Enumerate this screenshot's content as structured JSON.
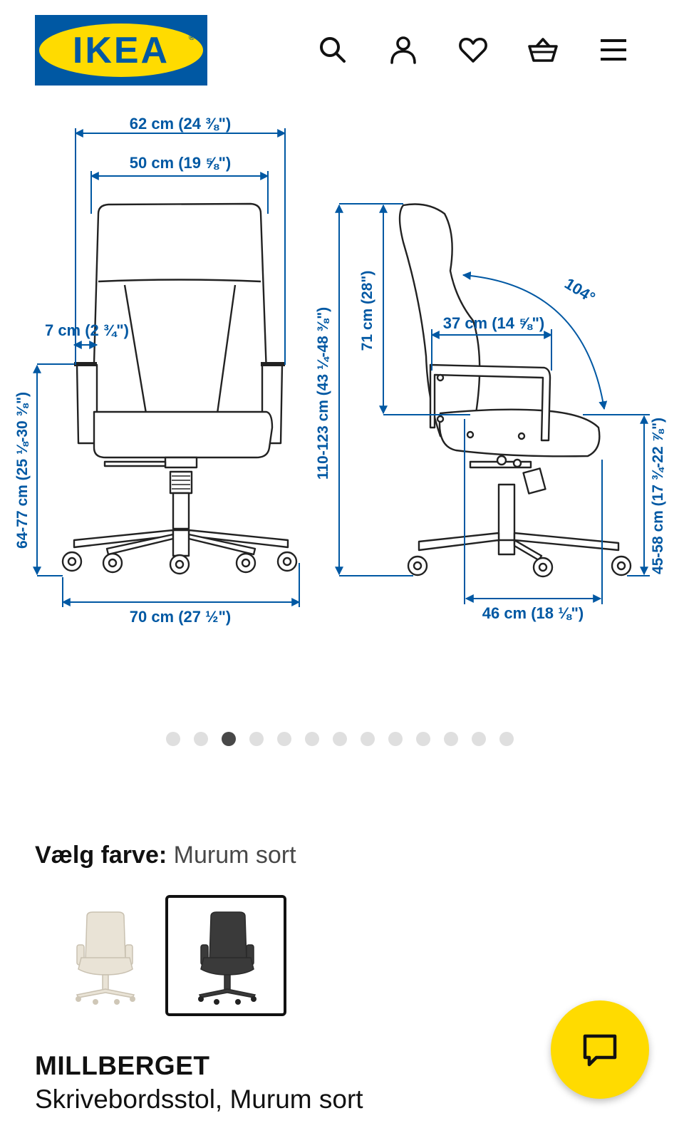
{
  "header": {
    "logo_text": "IKEA",
    "logo_mark": "®",
    "icons": [
      "search-icon",
      "user-icon",
      "heart-icon",
      "basket-icon",
      "menu-icon"
    ],
    "colors": {
      "brand_blue": "#0058A3",
      "brand_yellow": "#FFDB00"
    }
  },
  "dimensions": {
    "front_total_width": "62 cm (24 ⅜\")",
    "front_back_width": "50 cm (19 ⅝\")",
    "armrest_width": "7 cm (2 ¾\")",
    "armrest_height": "64-77 cm (25 ⅛-30 ⅜\")",
    "base_width": "70 cm (27 ½\")",
    "total_height": "110-123 cm (43 ¼-48 ⅜\")",
    "back_height": "71 cm (28\")",
    "seat_depth_arm": "37 cm (14 ⅝\")",
    "recline_angle": "104°",
    "seat_height": "45-58 cm (17 ¾-22 ⅞\")",
    "seat_depth": "46 cm (18 ⅛\")"
  },
  "carousel": {
    "total": 13,
    "active_index": 2
  },
  "color_select": {
    "label": "Vælg farve:",
    "value": "Murum sort",
    "options": [
      {
        "name": "beige-swatch",
        "color": "#e9e3d6",
        "selected": false
      },
      {
        "name": "black-swatch",
        "color": "#3a3a3a",
        "selected": true
      }
    ]
  },
  "product": {
    "name": "MILLBERGET",
    "description": "Skrivebordsstol, Murum sort"
  },
  "chat": {
    "icon": "chat-bubble-icon"
  }
}
